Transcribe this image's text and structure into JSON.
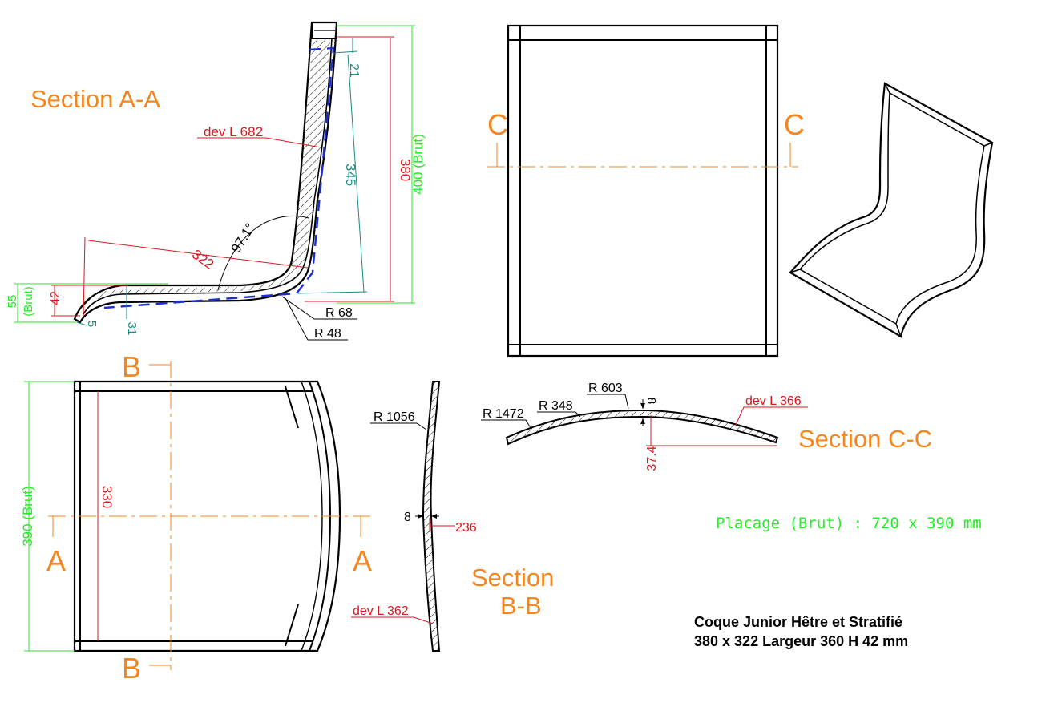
{
  "labels": {
    "section_aa": "Section A-A",
    "section_bb_line1": "Section",
    "section_bb_line2": "B-B",
    "section_cc": "Section C-C",
    "cut_c": "C",
    "cut_b": "B",
    "cut_a": "A"
  },
  "section_aa_dims": {
    "dev_length": "dev L 682",
    "height_380": "380",
    "height_400": "400 (Brut)",
    "dim_345": "345",
    "dim_21": "21",
    "dim_322": "322",
    "angle": "97.1°",
    "dim_42": "42",
    "dim_55": "55",
    "dim_55_sub": "(Brut)",
    "dim_5": "5",
    "dim_31": "31",
    "radius_68": "R 68",
    "radius_48": "R 48"
  },
  "section_bb_dims": {
    "radius_1056": "R 1056",
    "dim_8": "8",
    "dim_236": "236",
    "dev_length": "dev L 362",
    "width_330": "330",
    "width_390": "390 (Brut)"
  },
  "section_cc_dims": {
    "radius_603": "R 603",
    "radius_1472": "R 1472",
    "radius_348": "R 348",
    "dim_8": "8",
    "dev_length": "dev L 366",
    "dim_374": "37.4"
  },
  "notes": {
    "veneer": "Placage (Brut) : 720 x 390 mm",
    "title_line1": "Coque Junior Hêtre et Stratifié",
    "title_line2": "380 x 322 Largeur 360 H 42 mm"
  },
  "colors": {
    "section_label": "#f4861f",
    "dimension_red": "#e0141e",
    "dimension_teal": "#1a8a82",
    "raw_dimension_green": "#22ee22",
    "mold_line_blue": "#1a2fd0",
    "outline": "#000000"
  }
}
